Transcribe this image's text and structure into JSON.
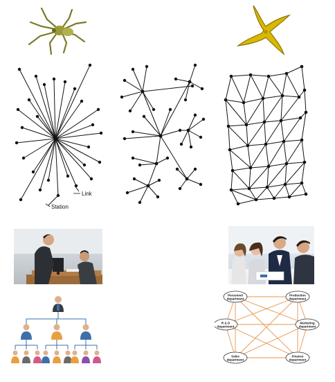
{
  "top": {
    "spider": {
      "icon": "spider-icon"
    },
    "starfish": {
      "icon": "starfish-icon"
    }
  },
  "networks": {
    "centralized": {
      "link_label": "Link",
      "station_label": "Station"
    },
    "decentralized": {},
    "distributed": {}
  },
  "bottom": {
    "left_photo": {
      "icon": "office-meeting-photo"
    },
    "right_photo": {
      "icon": "team-collaboration-photo"
    },
    "org_chart": {
      "icon": "hierarchy-chart"
    },
    "department_network": {
      "nodes": [
        "Personnel department",
        "Production department",
        "R & D department",
        "Marketing department",
        "Sales department",
        "Finance department"
      ]
    }
  },
  "colors": {
    "spider_body": "#9a9a3a",
    "starfish": "#d9b800",
    "department_links": "#e8944a",
    "avatar_blue": "#3d6fa8"
  }
}
